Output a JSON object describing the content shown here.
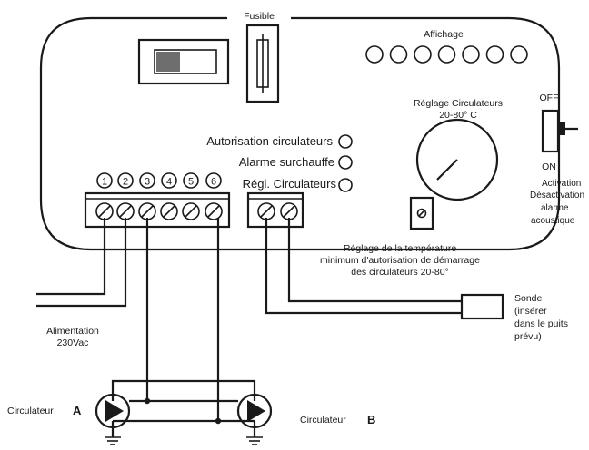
{
  "labels": {
    "fuse": "Fusible",
    "display": "Affichage",
    "circulator_setting_title": "Réglage Circulateurs",
    "circulator_setting_range": "20-80° C",
    "switch_off": "OFF",
    "switch_on": "ON",
    "alarm_switch_line1": "Activation",
    "alarm_switch_line2": "Désactivation",
    "alarm_switch_line3": "alarme",
    "alarm_switch_line4": "acoustique",
    "led_authorization": "Autorisation circulateurs",
    "led_overheat": "Alarme surchauffe",
    "led_setting": "Régl. Circulateurs",
    "temp_setting_line1": "Réglage de la température",
    "temp_setting_line2": "minimum d'autorisation de démarrage",
    "temp_setting_line3": "des circulateurs 20-80°",
    "probe_line1": "Sonde",
    "probe_line2": "(insérer",
    "probe_line3": "dans le puits",
    "probe_line4": "prévu)",
    "power_line1": "Alimentation",
    "power_line2": "230Vac",
    "circulator_a_text": "Circulateur",
    "circulator_a_letter": "A",
    "circulator_b_text": "Circulateur",
    "circulator_b_letter": "B"
  },
  "terminals": [
    "1",
    "2",
    "3",
    "4",
    "5",
    "6"
  ],
  "display_segments": 7,
  "colors": {
    "line": "#1a1a1a",
    "background": "#ffffff"
  }
}
